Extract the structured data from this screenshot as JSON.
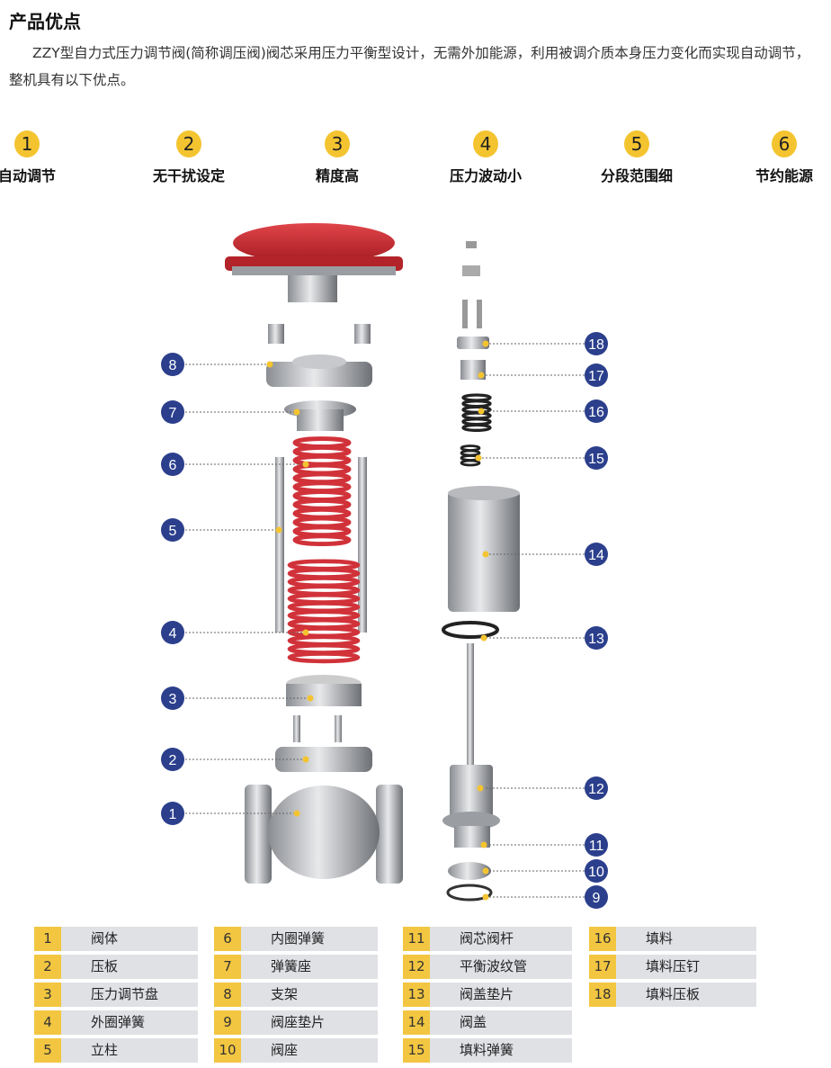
{
  "title": "产品优点",
  "intro": "ZZY型自力式压力调节阀(简称调压阀)阀芯采用压力平衡型设计，无需外加能源，利用被调介质本身压力变化而实现自动调节，整机具有以下优点。",
  "features": [
    {
      "num": "1",
      "label": "自动调节"
    },
    {
      "num": "2",
      "label": "无干扰设定"
    },
    {
      "num": "3",
      "label": "精度高"
    },
    {
      "num": "4",
      "label": "压力波动小"
    },
    {
      "num": "5",
      "label": "分段范围细"
    },
    {
      "num": "6",
      "label": "节约能源"
    }
  ],
  "callouts_left": [
    "8",
    "7",
    "6",
    "5",
    "4",
    "3",
    "2",
    "1"
  ],
  "callouts_right": [
    "18",
    "17",
    "16",
    "15",
    "14",
    "13",
    "12",
    "11",
    "10",
    "9"
  ],
  "parts": [
    {
      "num": "1",
      "name": "阀体"
    },
    {
      "num": "2",
      "name": "压板"
    },
    {
      "num": "3",
      "name": "压力调节盘"
    },
    {
      "num": "4",
      "name": "外圈弹簧"
    },
    {
      "num": "5",
      "name": "立柱"
    },
    {
      "num": "6",
      "name": "内圈弹簧"
    },
    {
      "num": "7",
      "name": "弹簧座"
    },
    {
      "num": "8",
      "name": "支架"
    },
    {
      "num": "9",
      "name": "阀座垫片"
    },
    {
      "num": "10",
      "name": "阀座"
    },
    {
      "num": "11",
      "name": "阀芯阀杆"
    },
    {
      "num": "12",
      "name": "平衡波纹管"
    },
    {
      "num": "13",
      "name": "阀盖垫片"
    },
    {
      "num": "14",
      "name": "阀盖"
    },
    {
      "num": "15",
      "name": "填料弹簧"
    },
    {
      "num": "16",
      "name": "填料"
    },
    {
      "num": "17",
      "name": "填料压钉"
    },
    {
      "num": "18",
      "name": "填料压板"
    }
  ],
  "colors": {
    "accent": "#f4c430",
    "callout": "#2b3f8c",
    "actuator": "#c9252c",
    "spring": "#d1323a",
    "table_bg": "#dfe1e5"
  }
}
